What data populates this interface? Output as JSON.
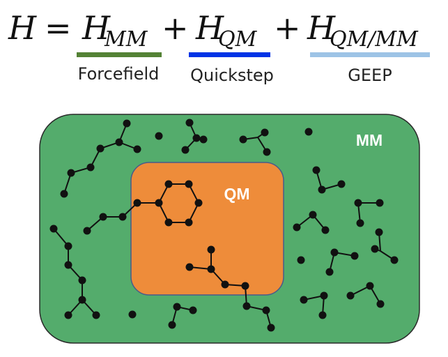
{
  "equation": {
    "lhs": "H",
    "equals": "=",
    "plus": "+",
    "base": "H",
    "terms": [
      {
        "subscript": "MM",
        "label": "Forcefield",
        "color": "#548235"
      },
      {
        "subscript": "QM",
        "label": "Quickstep",
        "color": "#0033e6"
      },
      {
        "subscript": "QM/MM",
        "label": "GEEP",
        "color": "#9dc3e6"
      }
    ]
  },
  "regions": {
    "mm": {
      "label": "MM",
      "color": "#54ac6c"
    },
    "qm": {
      "label": "QM",
      "color": "#ee8c3a"
    }
  }
}
